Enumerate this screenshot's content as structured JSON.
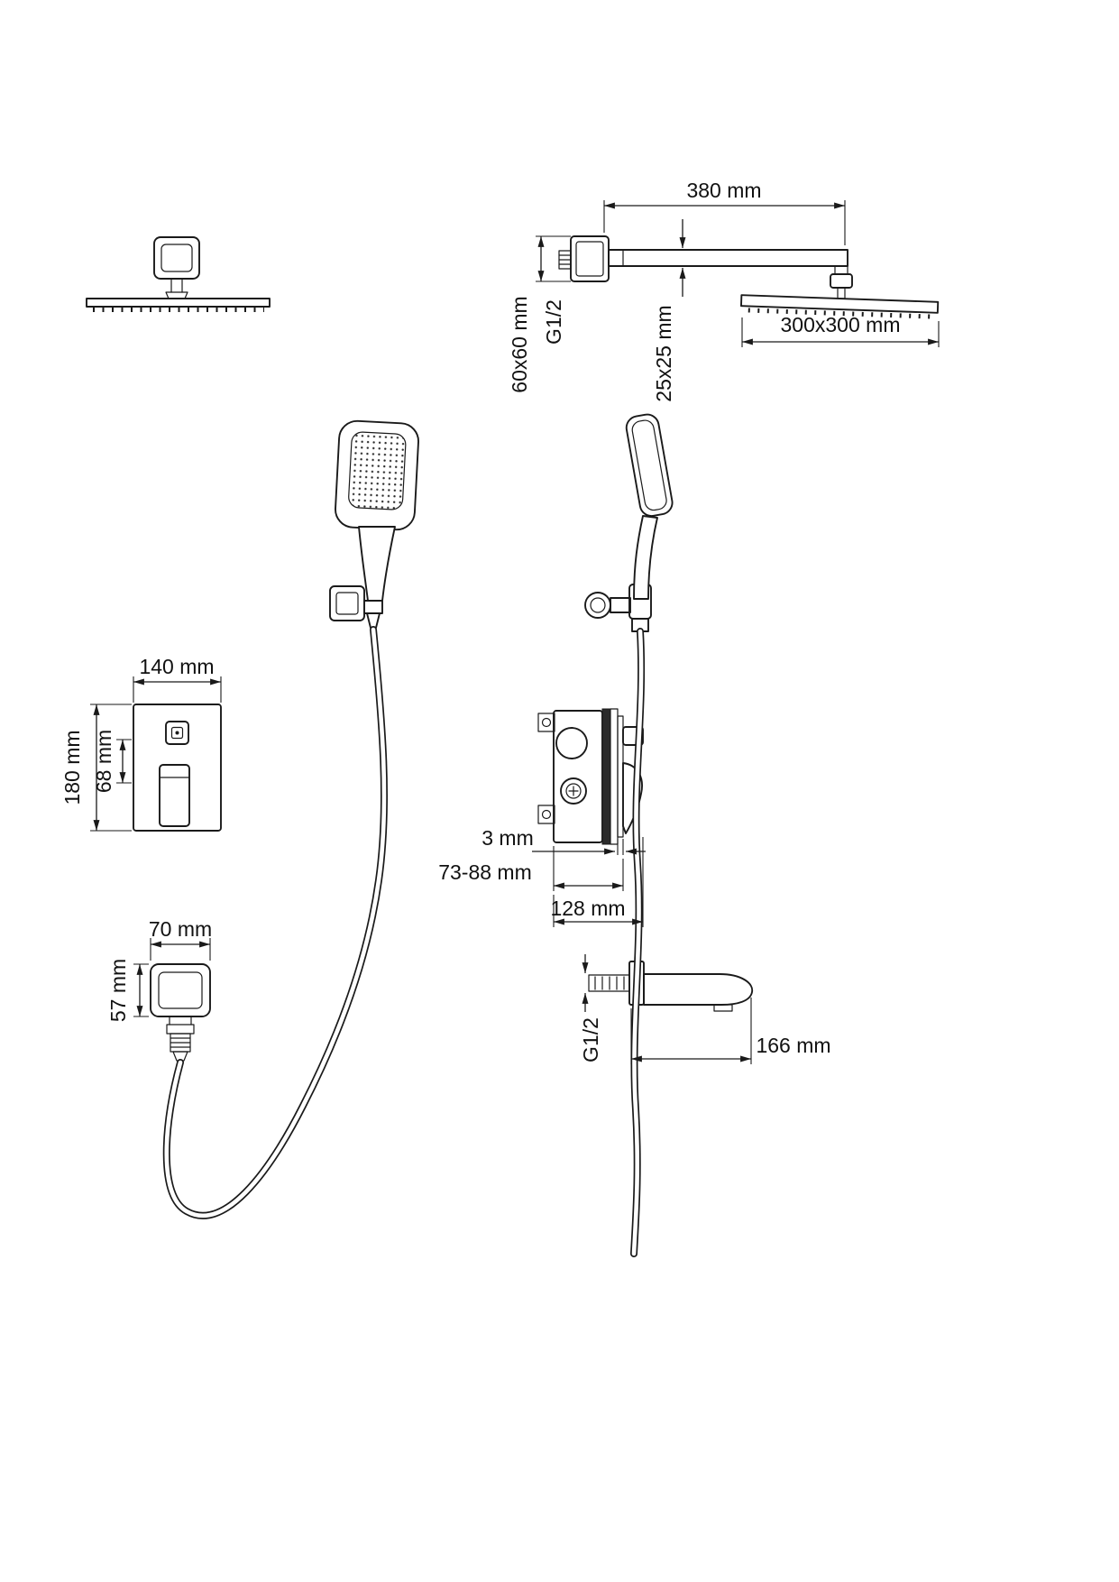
{
  "colors": {
    "line": "#1a1a1a",
    "background": "#ffffff"
  },
  "dimensions": {
    "arm_length": "380 mm",
    "wall_escutcheon": "60x60 mm",
    "arm_thread": "G1/2",
    "arm_profile": "25x25 mm",
    "head_size": "300x300 mm",
    "trim_width": "140 mm",
    "trim_height": "180 mm",
    "trim_offset": "68 mm",
    "outlet_width": "70 mm",
    "outlet_height": "57 mm",
    "trim_gap": "3 mm",
    "box_depth": "73-88 mm",
    "total_depth": "128 mm",
    "spout_thread": "G1/2",
    "spout_reach": "166 mm"
  }
}
